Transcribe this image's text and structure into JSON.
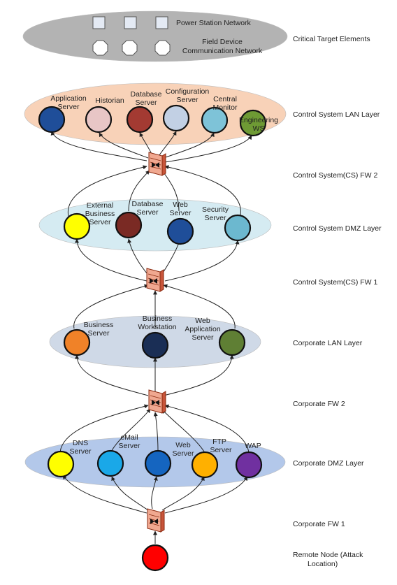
{
  "layers": {
    "critical": {
      "label": "Critical Target Elements",
      "power_station": "Power Station Network",
      "field_device_line1": "Field Device",
      "field_device_line2": "Communication Network",
      "color": "#b3b3b3"
    },
    "cs_lan": {
      "label": "Control System LAN Layer",
      "color": "#f8d2b8",
      "nodes": [
        {
          "lines": [
            "Application",
            "Server"
          ],
          "color": "#1f4e99"
        },
        {
          "lines": [
            "Historian"
          ],
          "color": "#e8c6c6"
        },
        {
          "lines": [
            "Database",
            "Server"
          ],
          "color": "#a33a32"
        },
        {
          "lines": [
            "Configuration",
            "Server"
          ],
          "color": "#c2d0e4"
        },
        {
          "lines": [
            "Central",
            "Monitor"
          ],
          "color": "#7ec3d8"
        },
        {
          "lines": [
            "Engineering",
            "WS"
          ],
          "color": "#6e9a34"
        }
      ]
    },
    "cs_fw2": {
      "label": "Control System(CS) FW 2"
    },
    "cs_dmz": {
      "label": "Control System DMZ Layer",
      "color": "#d5ebf2",
      "nodes": [
        {
          "lines": [
            "External",
            "Business",
            "Server"
          ],
          "color": "#ffff00"
        },
        {
          "lines": [
            "Database",
            "Server"
          ],
          "color": "#7a2a24"
        },
        {
          "lines": [
            "Web",
            "Server"
          ],
          "color": "#1f4e99"
        },
        {
          "lines": [
            "Security",
            "Server"
          ],
          "color": "#6cb8cf"
        }
      ]
    },
    "cs_fw1": {
      "label": "Control System(CS) FW 1"
    },
    "corp_lan": {
      "label": "Corporate LAN Layer",
      "color": "#cfd9e7",
      "nodes": [
        {
          "lines": [
            "Business",
            "Server"
          ],
          "color": "#f08228"
        },
        {
          "lines": [
            "Business",
            "Workstation"
          ],
          "color": "#1a2e55"
        },
        {
          "lines": [
            "Web",
            "Application",
            "Server"
          ],
          "color": "#5f7f34"
        }
      ]
    },
    "corp_fw2": {
      "label": "Corporate FW 2"
    },
    "corp_dmz": {
      "label": "Corporate DMZ Layer",
      "color": "#b3c8ea",
      "nodes": [
        {
          "lines": [
            "DNS",
            "Server"
          ],
          "color": "#ffff00"
        },
        {
          "lines": [
            "eMail",
            "Server"
          ],
          "color": "#1aa8e8"
        },
        {
          "lines": [
            "Web",
            "Server"
          ],
          "color": "#1565c0"
        },
        {
          "lines": [
            "FTP",
            "Server"
          ],
          "color": "#ffb000"
        },
        {
          "lines": [
            "WAP"
          ],
          "color": "#7030a0"
        }
      ]
    },
    "corp_fw1": {
      "label": "Corporate FW 1"
    },
    "remote": {
      "label_line1": "Remote Node (Attack",
      "label_line2": "Location)",
      "color": "#ff0000"
    }
  }
}
